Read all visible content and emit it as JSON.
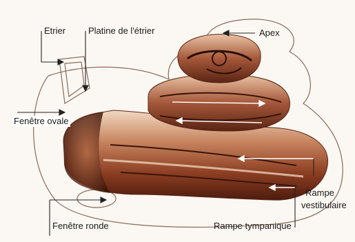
{
  "labels": {
    "stirrup": "Etrier",
    "stirrup_plate": "Platine de l'étrier",
    "apex": "Apex",
    "oval_window": "Fenêtre ovale",
    "round_window": "Fenêtre ronde",
    "scala_vestibuli_line1": "Rampe",
    "scala_vestibuli_line2": "vestibulaire",
    "scala_tympani": "Rampe tympanique"
  },
  "colors": {
    "background": "#fbf8f3",
    "tissue_dark": "#5a2414",
    "tissue_mid": "#a4583a",
    "tissue_light": "#e9c8aa",
    "outline": "#8a6a5a",
    "pointer": "#222222",
    "flow_arrow": "#ffffff"
  }
}
